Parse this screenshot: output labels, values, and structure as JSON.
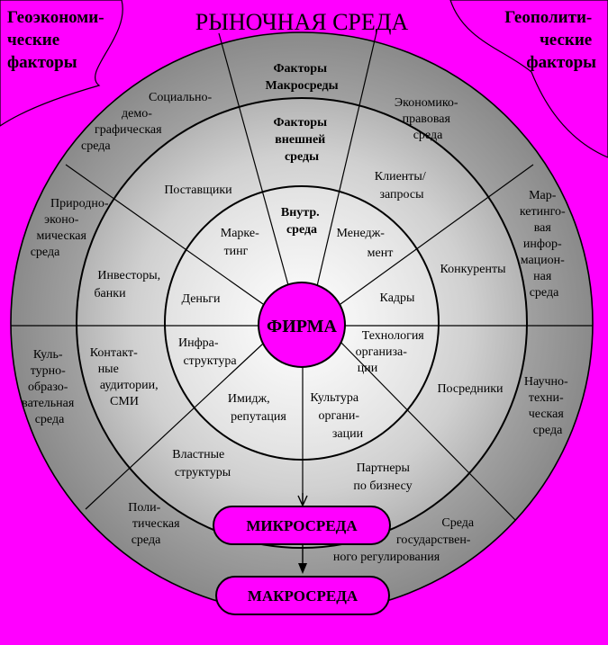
{
  "title": "РЫНОЧНАЯ СРЕДА",
  "corners": {
    "left": [
      "Геоэкономи-",
      "ческие",
      "факторы"
    ],
    "right": [
      "Геополити-",
      "ческие",
      "факторы"
    ]
  },
  "headers": {
    "macro": [
      "Факторы",
      "Макросреды"
    ],
    "external": [
      "Факторы",
      "внешней",
      "среды"
    ],
    "internal": [
      "Внутр.",
      "среда"
    ]
  },
  "center": "ФИРМА",
  "pills": {
    "micro": "МИКРОСРЕДА",
    "macro": "МАКРОСРЕДА"
  },
  "outer_ring": [
    [
      "Социально-",
      "демо-",
      "графическая",
      "среда"
    ],
    [
      "Экономико-",
      "правовая",
      "среда"
    ],
    [
      "Мар-",
      "кетинго-",
      "вая",
      "инфор-",
      "мацион-",
      "ная",
      "среда"
    ],
    [
      "Научно-",
      "техни-",
      "ческая",
      "среда"
    ],
    [
      "Среда",
      "государствен-",
      "ного регулирования"
    ],
    [
      "Поли-",
      "тическая",
      "среда"
    ],
    [
      "Куль-",
      "турно-",
      "образо-",
      "вательная",
      "среда"
    ],
    [
      "Природно-",
      "эконо-",
      "мическая",
      "среда"
    ]
  ],
  "middle_ring": [
    [
      "Поставщики"
    ],
    [
      "Клиенты/",
      "запросы"
    ],
    [
      "Конкуренты"
    ],
    [
      "Посредники"
    ],
    [
      "Партнеры",
      "по бизнесу"
    ],
    [
      "Властные",
      "структуры"
    ],
    [
      "Контакт-",
      "ные",
      "аудитории,",
      "СМИ"
    ],
    [
      "Инвесторы,",
      "банки"
    ]
  ],
  "inner_ring": [
    [
      "Марке-",
      "тинг"
    ],
    [
      "Менедж-",
      "мент"
    ],
    [
      "Кадры"
    ],
    [
      "Технология",
      "организа-",
      "ции"
    ],
    [
      "Культура",
      "органи-",
      "зации"
    ],
    [
      "Имидж,",
      "репутация"
    ],
    [
      "Инфра-",
      "структура"
    ],
    [
      "Деньги"
    ]
  ],
  "colors": {
    "background": "#ff00ff",
    "outline": "#000000",
    "outer_ring": "#9a9a9a",
    "middle_ring": "#c8c8c8",
    "inner_ring": "#ececec",
    "firm": "#ff00ff"
  }
}
